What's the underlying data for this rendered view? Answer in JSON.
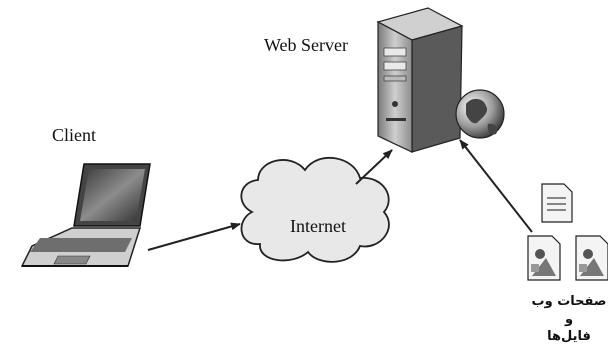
{
  "labels": {
    "client": "Client",
    "web_server": "Web Server",
    "internet": "Internet",
    "files_line1": "صفحات وب و",
    "files_line2": "فایل‌ها"
  },
  "icons": {
    "client": "laptop-icon",
    "server": "server-tower-icon",
    "globe": "globe-icon",
    "documents": "document-icons"
  }
}
